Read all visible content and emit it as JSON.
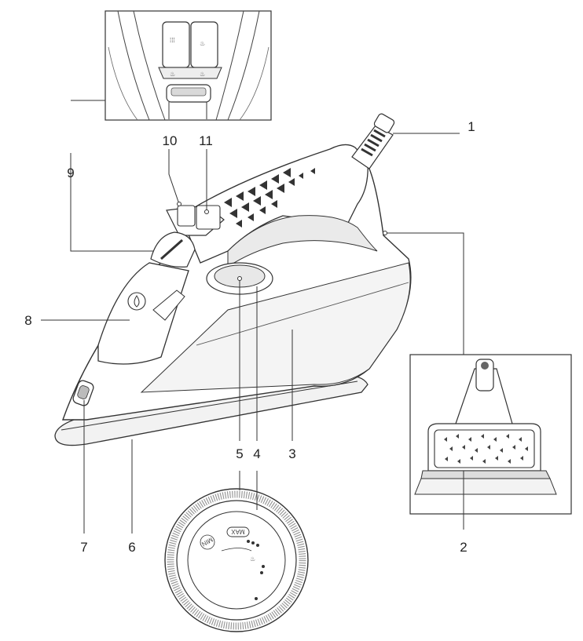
{
  "callouts": {
    "c1": "1",
    "c2": "2",
    "c3": "3",
    "c4": "4",
    "c5": "5",
    "c6": "6",
    "c7": "7",
    "c8": "8",
    "c9": "9",
    "c10": "10",
    "c11": "11"
  },
  "dial": {
    "max_label": "MAX",
    "min_label": "MIN"
  },
  "colors": {
    "line": "#333333",
    "fill": "#ffffff",
    "shade": "#e6e6e6",
    "dark": "#555555"
  }
}
